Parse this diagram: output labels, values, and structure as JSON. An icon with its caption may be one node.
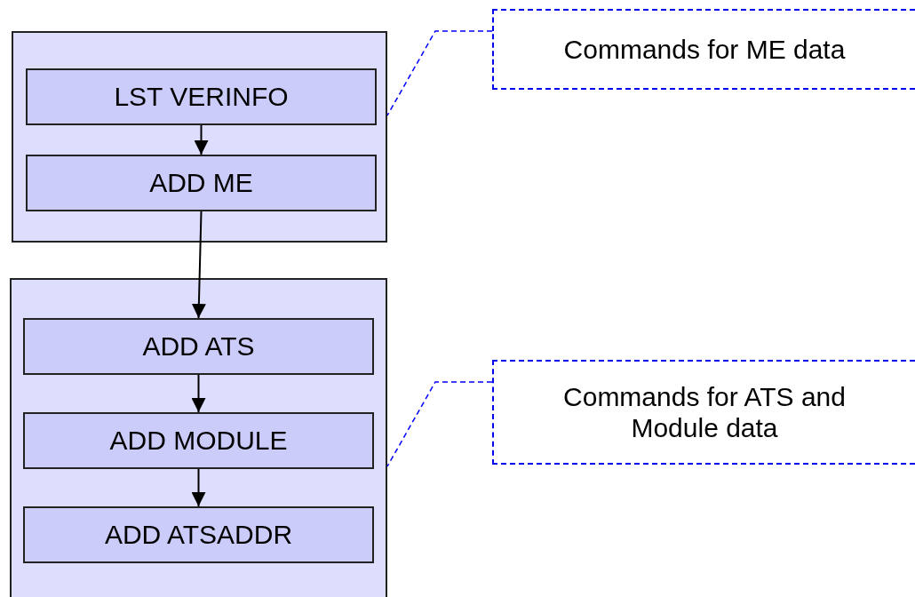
{
  "diagram": {
    "nodes": [
      {
        "text": [],
        "shape": "box"
      },
      {
        "text": [
          "LST VERINFO"
        ],
        "in": 0
      },
      {
        "text": [
          "ADD ME"
        ],
        "in": 0
      },
      {
        "text": [],
        "shape": "box"
      },
      {
        "text": [
          "ADD ATS"
        ],
        "in": 3
      },
      {
        "text": [
          "ADD MODULE"
        ],
        "in": 3
      },
      {
        "text": [
          "ADD ATSADDR"
        ],
        "in": 3
      },
      {
        "text": [
          "Commands for ME data"
        ]
      },
      {
        "text": [
          "Commands for ATS and Module data"
        ]
      }
    ],
    "edges": [
      {
        "from": 1,
        "to": 2,
        "arrow": "to"
      },
      {
        "from": 2,
        "to": 4,
        "arrow": "to"
      },
      {
        "from": 4,
        "to": 5,
        "arrow": "to"
      },
      {
        "from": 5,
        "to": 6,
        "arrow": "to"
      },
      {
        "from": 7,
        "to": 0,
        "arrow": "none",
        "style": "dashed",
        "color": "#0000ff"
      },
      {
        "from": 8,
        "to": 3,
        "arrow": "none",
        "style": "dashed",
        "color": "#0000ff"
      }
    ]
  }
}
